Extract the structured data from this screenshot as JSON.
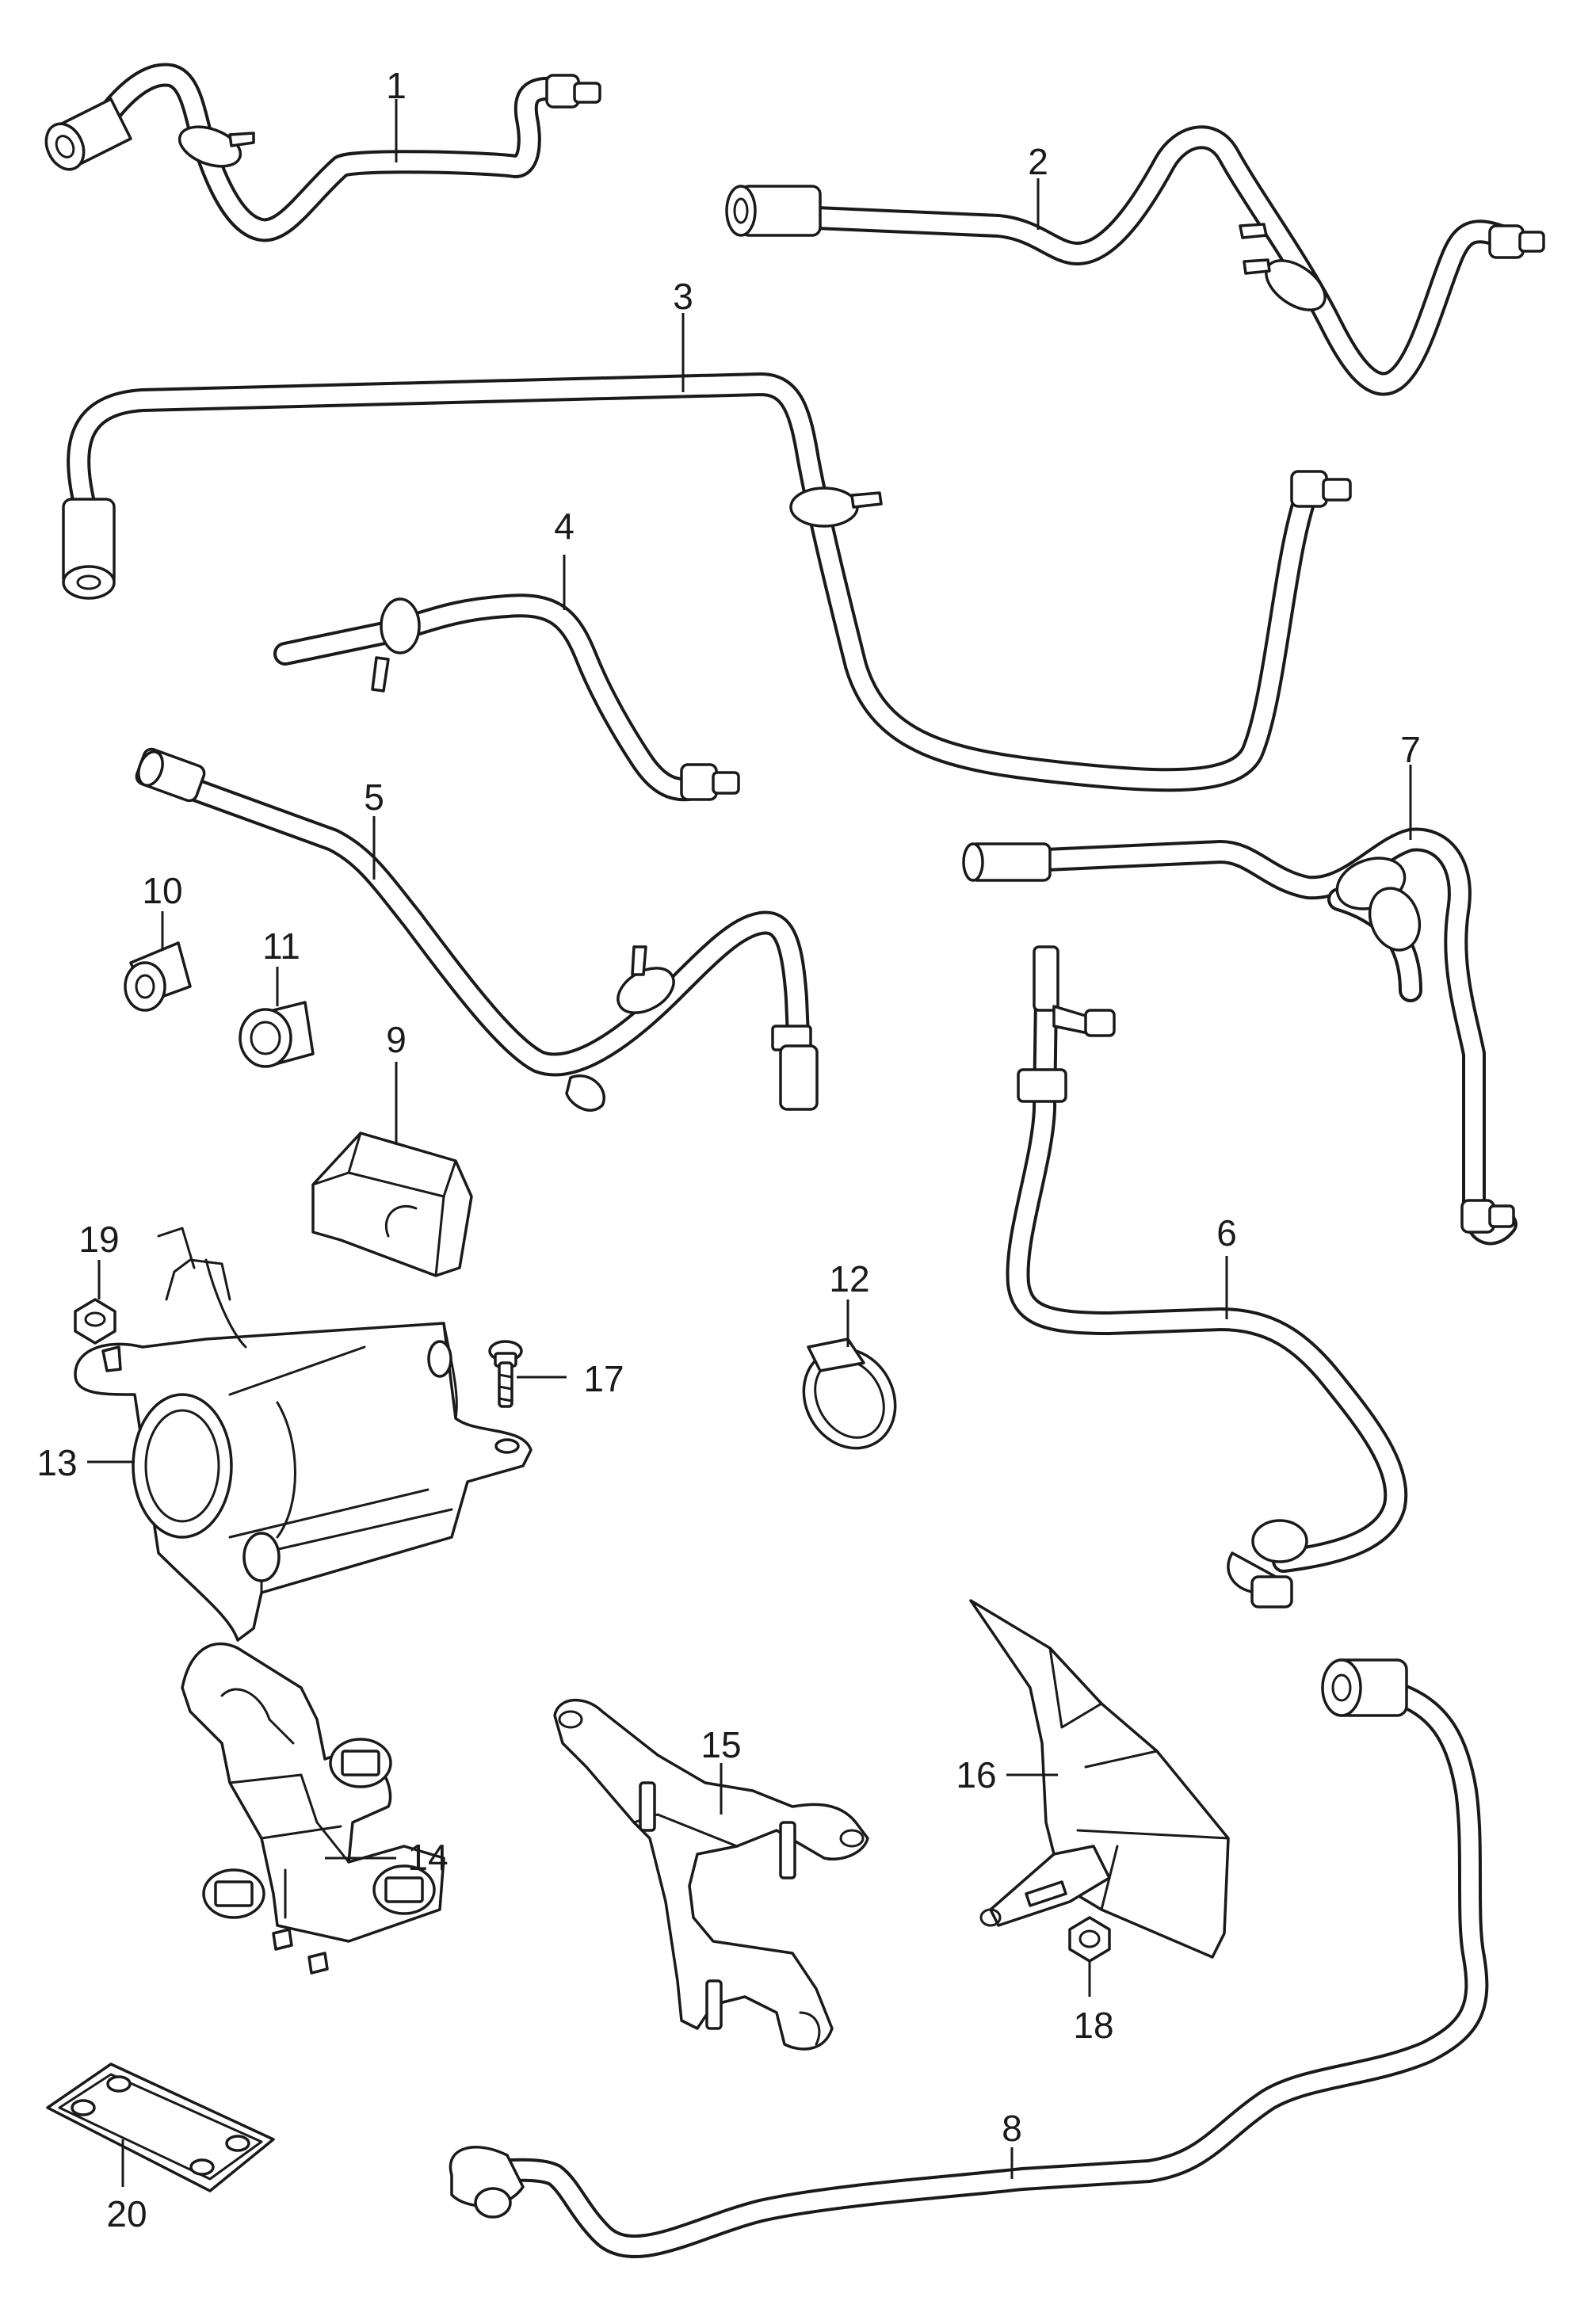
{
  "diagram": {
    "callouts": [
      {
        "id": "1",
        "label": "1"
      },
      {
        "id": "2",
        "label": "2"
      },
      {
        "id": "3",
        "label": "3"
      },
      {
        "id": "4",
        "label": "4"
      },
      {
        "id": "5",
        "label": "5"
      },
      {
        "id": "6",
        "label": "6"
      },
      {
        "id": "7",
        "label": "7"
      },
      {
        "id": "8",
        "label": "8"
      },
      {
        "id": "9",
        "label": "9"
      },
      {
        "id": "10",
        "label": "10"
      },
      {
        "id": "11",
        "label": "11"
      },
      {
        "id": "12",
        "label": "12"
      },
      {
        "id": "13",
        "label": "13"
      },
      {
        "id": "14",
        "label": "14"
      },
      {
        "id": "15",
        "label": "15"
      },
      {
        "id": "16",
        "label": "16"
      },
      {
        "id": "17",
        "label": "17"
      },
      {
        "id": "18",
        "label": "18"
      },
      {
        "id": "19",
        "label": "19"
      },
      {
        "id": "20",
        "label": "20"
      }
    ],
    "colors": {
      "line": "#1a1a1a",
      "background": "#ffffff"
    }
  }
}
